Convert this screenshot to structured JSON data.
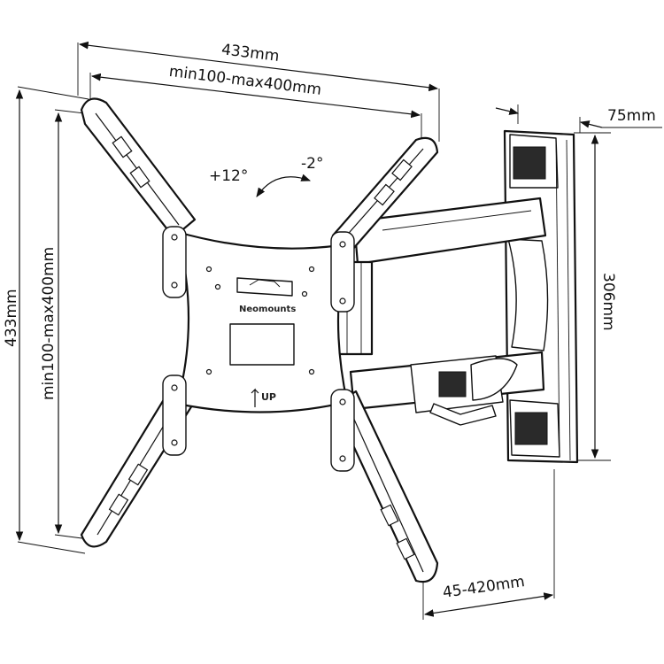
{
  "dimensions": {
    "width_overall": "433mm",
    "width_vesa": "min100-max400mm",
    "height_overall": "433mm",
    "height_vesa": "min100-max400mm",
    "depth_wall": "75mm",
    "wall_plate_height": "306mm",
    "extension": "45-420mm"
  },
  "tilt": {
    "forward": "+12°",
    "backward": "-2°"
  },
  "plate": {
    "brand": "Neomounts",
    "orientation": "UP"
  },
  "icons": [
    "tilt-arrow-icon",
    "up-arrow-icon",
    "dimension-arrow-icon"
  ]
}
